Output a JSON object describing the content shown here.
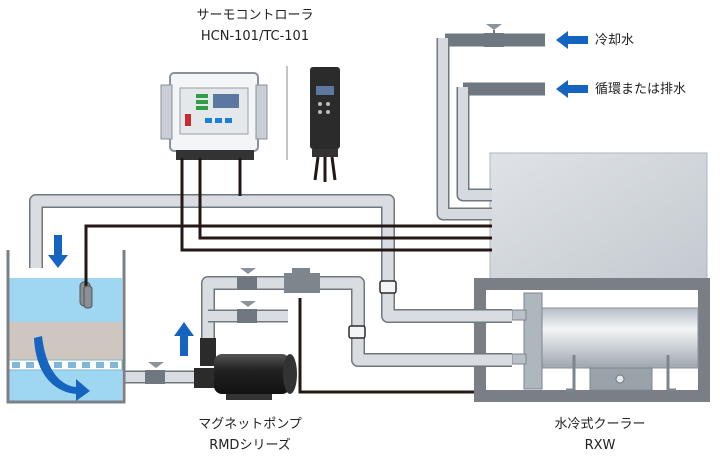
{
  "controller": {
    "name": "サーモコントローラ",
    "model": "HCN-101/TC-101"
  },
  "pump": {
    "name": "マグネットポンプ",
    "model": "RMDシリーズ"
  },
  "chiller": {
    "name": "水冷式クーラー",
    "model": "RXW"
  },
  "flows": {
    "cooling_water": "冷却水",
    "circulation": "循環または排水"
  },
  "colors": {
    "arrow": "#1565c0",
    "pipe": "#c9ced3",
    "pipe_outline": "#6f7780",
    "cable": "#231815",
    "tank_water": "#9fd6f2",
    "tank_sediment": "#cfc7bf"
  }
}
